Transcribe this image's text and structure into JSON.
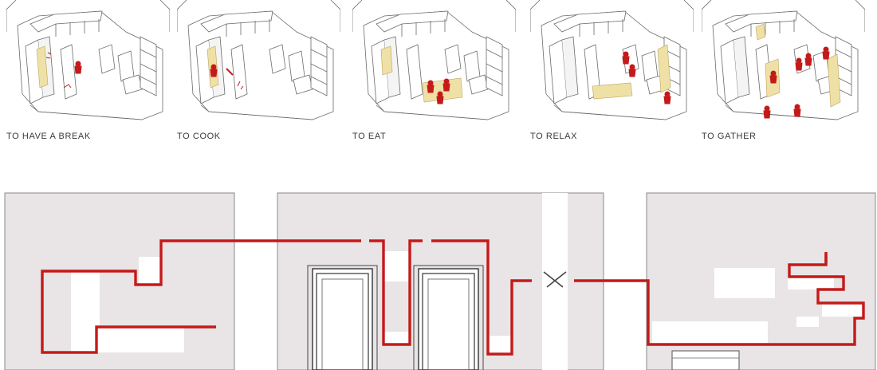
{
  "scenes": [
    {
      "caption": "TO HAVE A BREAK"
    },
    {
      "caption": "TO COOK"
    },
    {
      "caption": "TO EAT"
    },
    {
      "caption": "TO RELAX"
    },
    {
      "caption": "TO GATHER"
    }
  ],
  "colors": {
    "accent_red": "#c41a1a",
    "wall_fill": "#e9e4e5",
    "highlight_yellow": "#efe1a6",
    "line": "#6a6a6a"
  }
}
